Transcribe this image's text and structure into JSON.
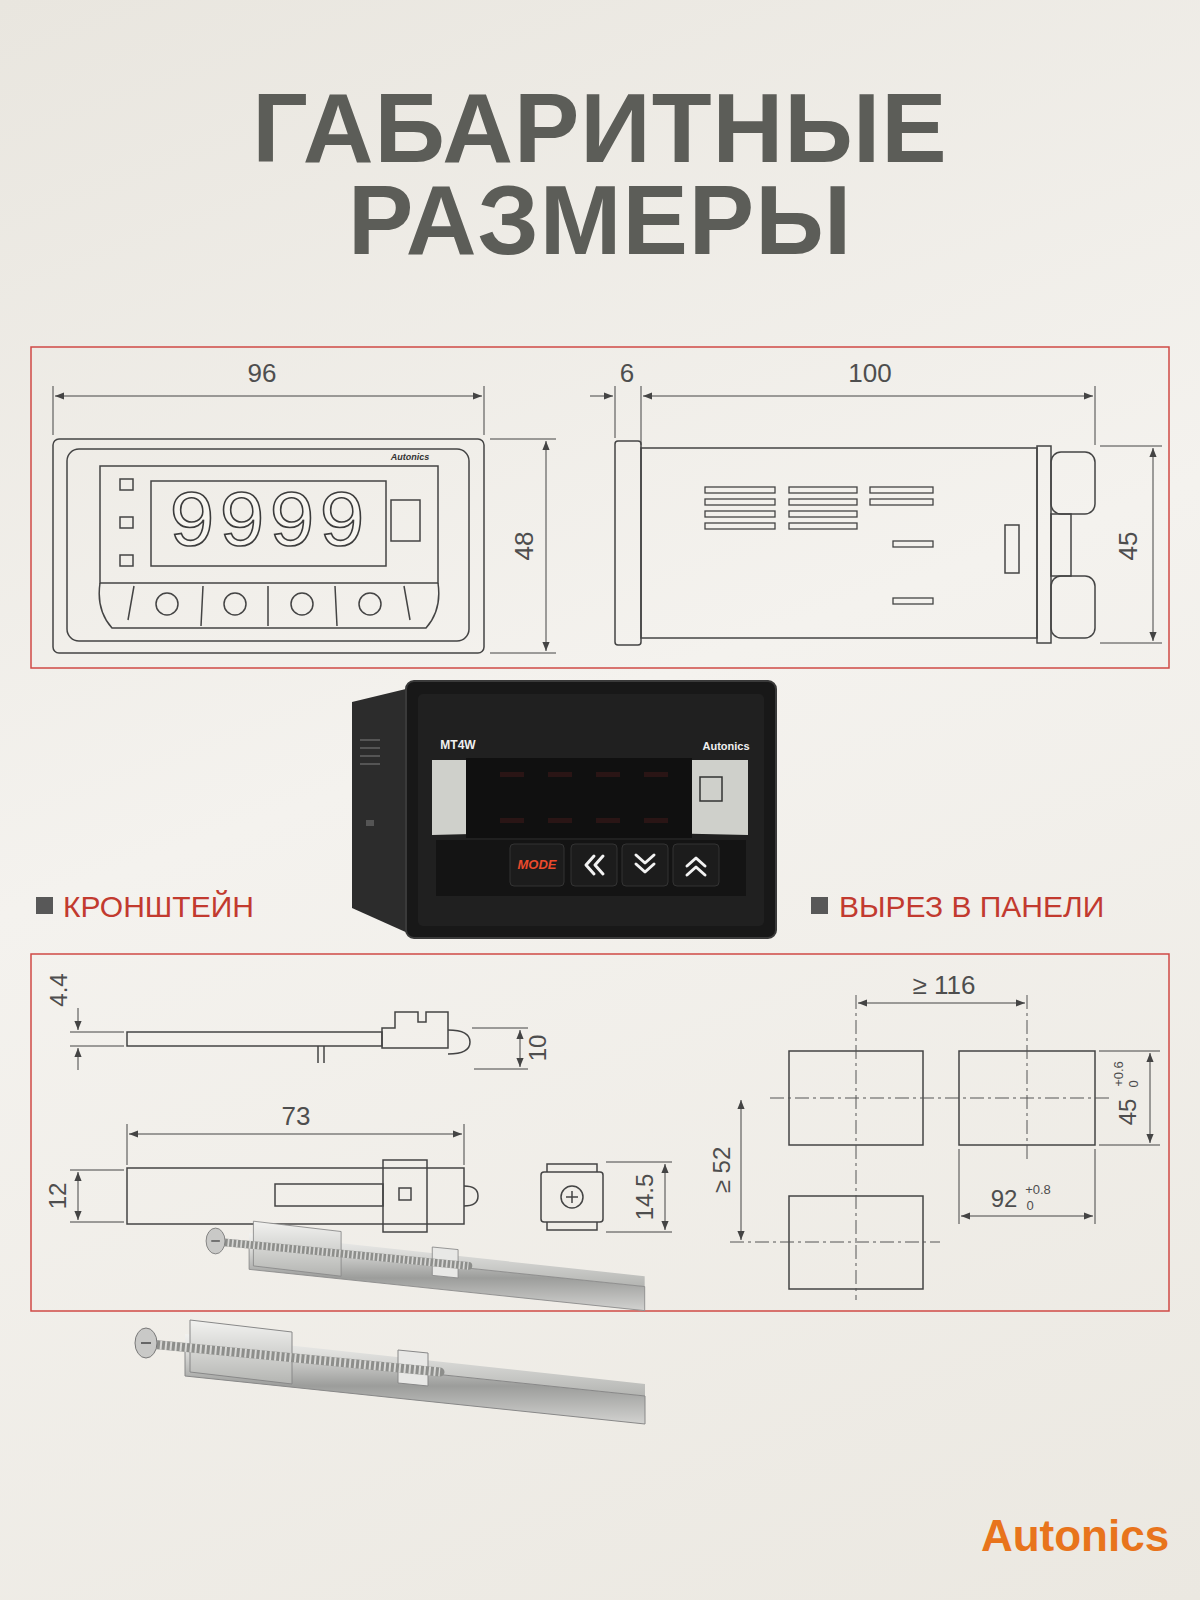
{
  "diagram": {
    "title": "ГАБАРИТНЫЕ РАЗМЕРЫ",
    "labels": [
      "96",
      "6",
      "100",
      "Autonics",
      "9999",
      "48",
      "45",
      "MT4W",
      "Autonics",
      "MODE",
      "КРОНШТЕЙН",
      "ВЫРЕЗ В ПАНЕЛИ",
      "4.4",
      "10",
      "≥ 116",
      "73",
      "45",
      "+0.6",
      "0",
      "≥ 52",
      "12",
      "14.5",
      "92",
      "+0.8",
      "0",
      "Autonics"
    ]
  }
}
